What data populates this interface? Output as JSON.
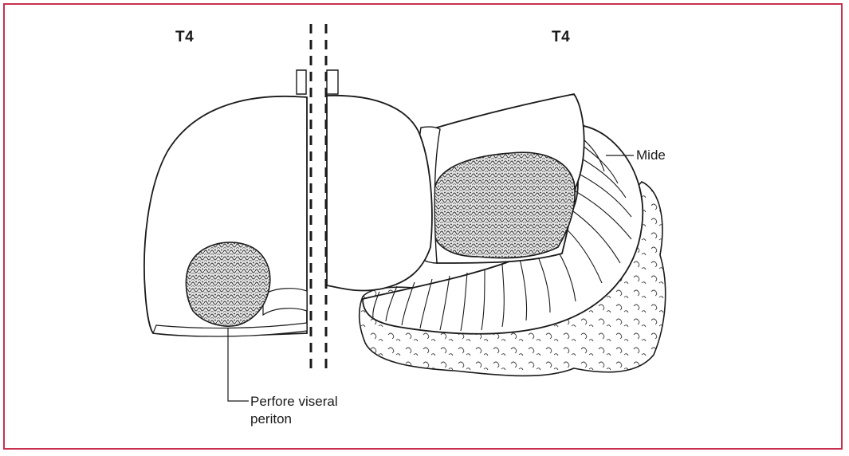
{
  "labels": {
    "stage_left": "T4",
    "stage_right": "T4",
    "callout_stomach": "Mide",
    "callout_liver_line1": "Perfore viseral",
    "callout_liver_line2": "periton"
  },
  "colors": {
    "frame_border": "#c8304f",
    "line": "#1a1a1a",
    "organ_fill": "#ffffff",
    "tumor_fill": "#d9d9d9"
  }
}
